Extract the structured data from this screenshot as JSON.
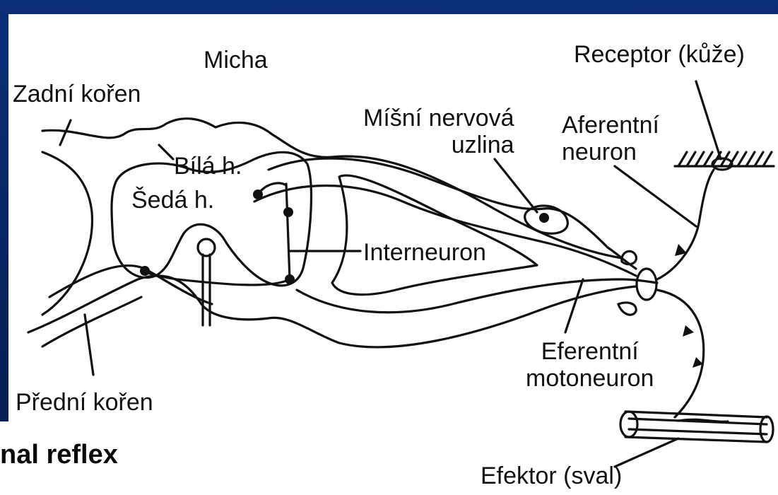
{
  "labels": {
    "micha": "Micha",
    "zadni_koren": "Zadní kořen",
    "bila_h": "Bílá h.",
    "seda_h": "Šedá h.",
    "misni_uzlina_line1": "Míšní nervová",
    "misni_uzlina_line2": "uzlina",
    "aferentni_line1": "Aferentní",
    "aferentni_line2": "neuron",
    "receptor": "Receptor (kůže)",
    "interneuron": "Interneuron",
    "eferentni_line1": "Eferentní",
    "eferentni_line2": "motoneuron",
    "predni_koren": "Přední kořen",
    "efektor": "Efektor (sval)"
  },
  "caption": "nal reflex",
  "colors": {
    "background": "#0a2a6e",
    "panel": "#ffffff",
    "ink": "#111111"
  }
}
